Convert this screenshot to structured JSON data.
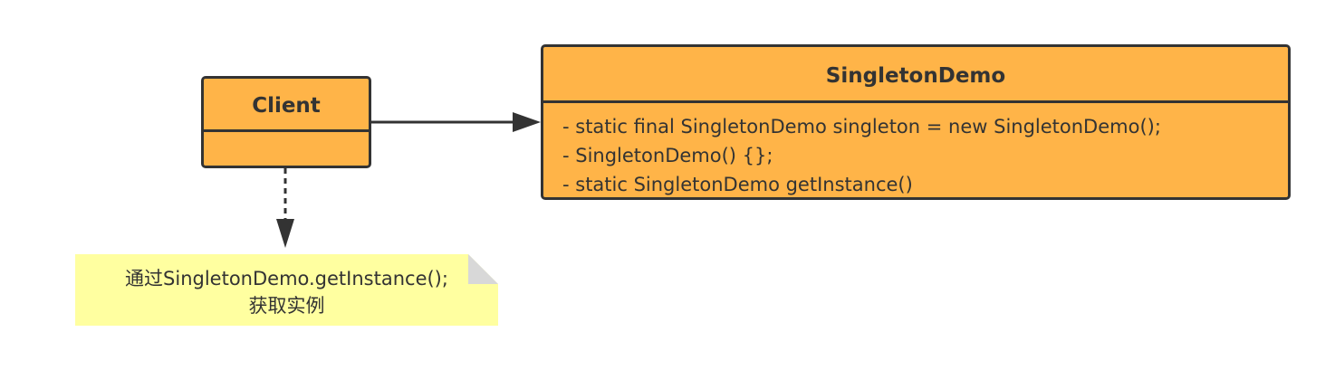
{
  "colors": {
    "class_fill": "#FFB448",
    "class_border": "#333333",
    "note_fill": "#FFFFA0",
    "note_fold": "#D8D8D8",
    "text": "#333333"
  },
  "client": {
    "name": "Client"
  },
  "singleton": {
    "name": "SingletonDemo",
    "members": [
      "- static final SingletonDemo singleton = new SingletonDemo();",
      "- SingletonDemo() {};",
      "- static SingletonDemo getInstance()"
    ]
  },
  "note": {
    "line1": "通过SingletonDemo.getInstance();",
    "line2": "获取实例"
  }
}
